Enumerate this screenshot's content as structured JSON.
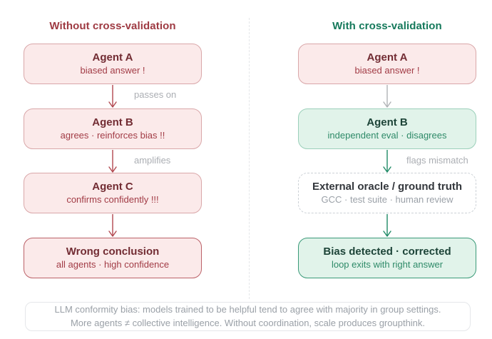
{
  "palette": {
    "red_title": "#9e3a42",
    "green_title": "#15795b",
    "pink_box_bg": "#fbeaea",
    "pink_box_border": "#d9a7a9",
    "pink_box_border_strong": "#bb6168",
    "green_box_bg": "#e1f3ea",
    "green_box_border": "#9bd0ba",
    "green_box_border_strong": "#3a9a78",
    "arrow_red": "#b2484f",
    "arrow_gray": "#b0b3b6",
    "arrow_green": "#1f8a66",
    "muted_gray": "#abaeb3"
  },
  "left_column": {
    "title": "Without cross-validation",
    "nodes": [
      {
        "heading": "Agent A",
        "subtitle": "biased answer !"
      },
      {
        "heading": "Agent B",
        "subtitle": "agrees · reinforces bias !!"
      },
      {
        "heading": "Agent C",
        "subtitle": "confirms confidently !!!"
      },
      {
        "heading": "Wrong conclusion",
        "subtitle": "all agents · high confidence"
      }
    ],
    "arrows": [
      {
        "label": "passes on"
      },
      {
        "label": "amplifies"
      },
      {
        "label": ""
      }
    ]
  },
  "right_column": {
    "title": "With cross-validation",
    "nodes": [
      {
        "heading": "Agent A",
        "subtitle": "biased answer !"
      },
      {
        "heading": "Agent B",
        "subtitle": "independent eval · disagrees"
      },
      {
        "heading": "External oracle / ground truth",
        "subtitle": "GCC · test suite · human review"
      },
      {
        "heading": "Bias detected · corrected",
        "subtitle": "loop exits with right answer"
      }
    ],
    "arrows": [
      {
        "label": ""
      },
      {
        "label": "flags mismatch"
      },
      {
        "label": ""
      }
    ]
  },
  "footnote": {
    "line1": "LLM conformity bias: models trained to be helpful tend to agree with majority in group settings.",
    "line2": "More agents ≠ collective intelligence. Without coordination, scale produces groupthink."
  }
}
